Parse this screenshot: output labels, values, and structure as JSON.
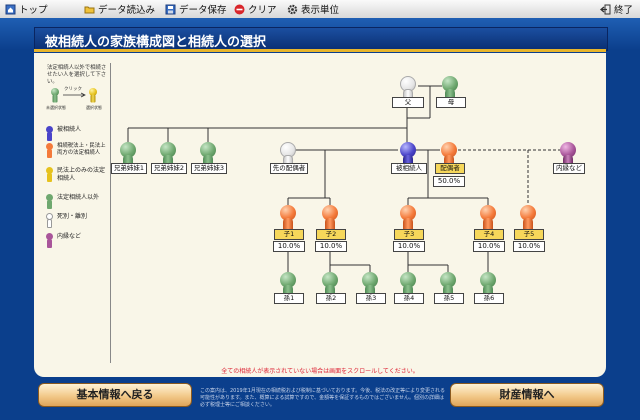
{
  "toolbar": {
    "items": [
      {
        "label": "トップ",
        "icon": "home-icon"
      },
      {
        "label": "データ読込み",
        "icon": "folder-open-icon"
      },
      {
        "label": "データ保存",
        "icon": "save-icon"
      },
      {
        "label": "クリア",
        "icon": "clear-icon"
      },
      {
        "label": "表示単位",
        "icon": "gear-icon"
      }
    ],
    "exit_label": "終了"
  },
  "page_title": "被相続人の家族構成図と相続人の選択",
  "instructions": "法定相続人以外で相続させたい人を選択して下さい。",
  "instruction_demo": {
    "click_label": "クリック",
    "before_label": "未選択状態",
    "after_label": "選択状態"
  },
  "legend": [
    {
      "color": "blue",
      "label": "被相続人"
    },
    {
      "color": "orange",
      "label": "相続税法上・民法上両方の法定相続人"
    },
    {
      "color": "yellow",
      "label": "民法上のみの法定相続人"
    },
    {
      "color": "green",
      "label": "法定相続人以外"
    },
    {
      "color": "white",
      "label": "死別・離別"
    },
    {
      "color": "purple",
      "label": "内縁など"
    }
  ],
  "tree": {
    "father": "父",
    "mother": "母",
    "siblings": [
      "兄弟姉妹1",
      "兄弟姉妹2",
      "兄弟姉妹3"
    ],
    "prev_spouse": "先の配偶者",
    "deceased": "被相続人",
    "spouse": {
      "label": "配偶者",
      "share": "50.0%"
    },
    "partner": "内縁など",
    "children": [
      {
        "label": "子1",
        "share": "10.0%"
      },
      {
        "label": "子2",
        "share": "10.0%"
      },
      {
        "label": "子3",
        "share": "10.0%"
      },
      {
        "label": "子4",
        "share": "10.0%"
      },
      {
        "label": "子5",
        "share": "10.0%"
      }
    ],
    "grandchildren": [
      "孫1",
      "孫2",
      "孫3",
      "孫4",
      "孫5",
      "孫6"
    ]
  },
  "scroll_note": "全ての相続人が表示されていない場合は画面をスクロールしてください。",
  "footer": {
    "back_label": "基本情報へ戻る",
    "next_label": "財産情報へ",
    "note": "この案内は、2019年1月現在の相続税および税制に基づいております。今後、税法の改正等により変更される可能性があります。また、概算による試算ですので、金額等を保証するものではございません。個別の詳細は必ず税理士等にご相談ください。"
  },
  "colors": {
    "brand_blue": "#0b3f8c",
    "accent_gold": "#e8b52b",
    "panel_bg": "#f9f6e8",
    "highlight_label": "#f6d75a",
    "note_red": "#dd2233"
  }
}
